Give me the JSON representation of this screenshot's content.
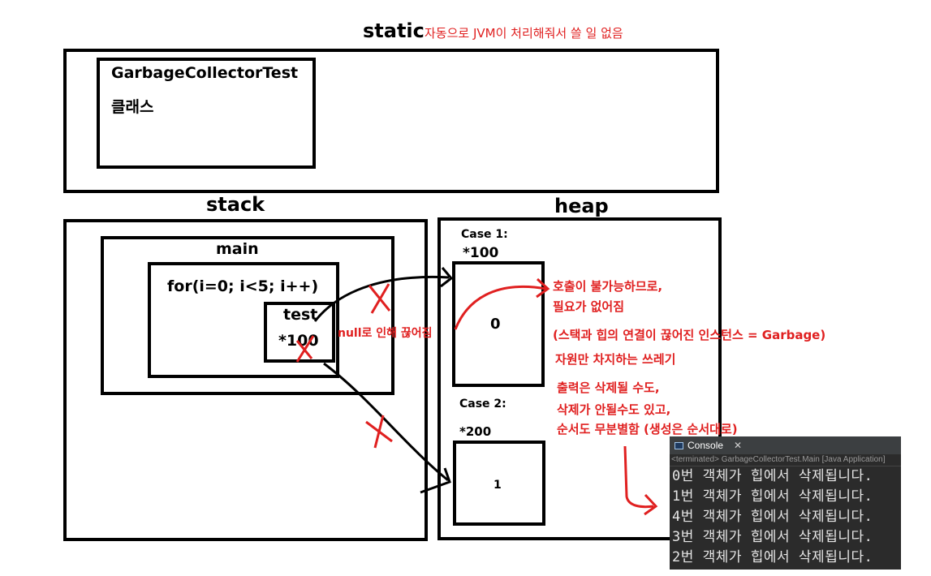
{
  "static_section": {
    "title": "static",
    "note": "자동으로 JVM이 처리해줘서 쓸 일 없음",
    "class_name": "GarbageCollectorTest",
    "class_label": "클래스"
  },
  "stack_section": {
    "title": "stack",
    "main_label": "main",
    "loop_label": "for(i=0; i<5; i++)",
    "var_name": "test",
    "var_ref": "*100",
    "null_note": "null로 인해 끊어짐"
  },
  "heap_section": {
    "title": "heap",
    "case1_label": "Case 1:",
    "case1_addr": "*100",
    "case1_value": "0",
    "case2_label": "Case 2:",
    "case2_addr": "*200",
    "case2_value": "1"
  },
  "annotations": {
    "line1": "호출이 불가능하므로,",
    "line2": "필요가 없어짐",
    "line3": "(스택과 힙의 연결이 끊어진 인스턴스 = Garbage)",
    "line4": "자원만 차지하는 쓰레기",
    "line5": "출력은 삭제될 수도,",
    "line6": "삭제가 안될수도 있고,",
    "line7": "순서도 무분별함 (생성은 순서대로)"
  },
  "console": {
    "tab_label": "Console",
    "tab_icon": "console-icon",
    "status": "<terminated> GarbageCollectorTest.Main [Java Application]",
    "lines": [
      "0번 객체가 힙에서 삭제됩니다.",
      "1번 객체가 힙에서 삭제됩니다.",
      "4번 객체가 힙에서 삭제됩니다.",
      "3번 객체가 힙에서 삭제됩니다.",
      "2번 객체가 힙에서 삭제됩니다."
    ]
  },
  "colors": {
    "annotation": "#e02020",
    "console_bg": "#2b2b2b"
  }
}
